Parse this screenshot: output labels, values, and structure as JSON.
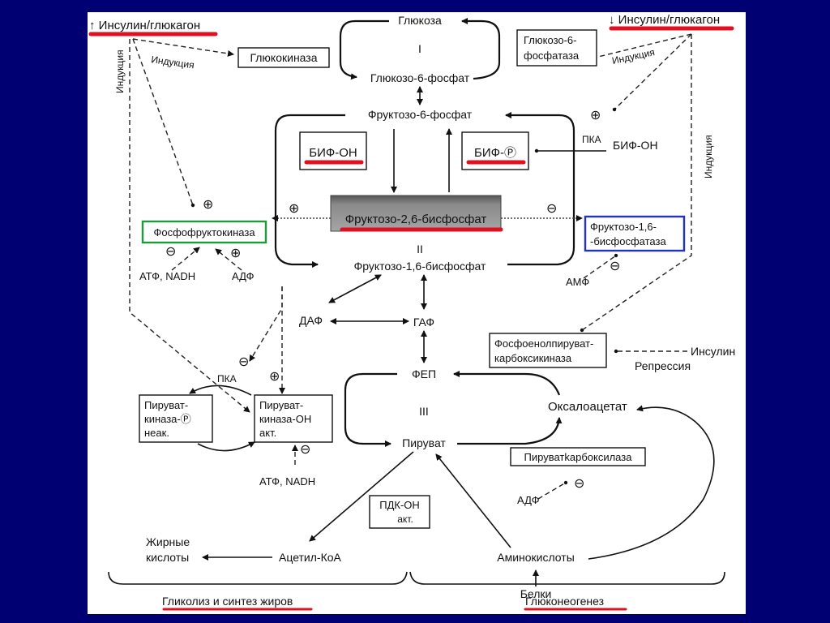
{
  "colors": {
    "background": "#000072",
    "highlight_red": "#e01020",
    "glycolysis_enzyme_border": "#1f9a3a",
    "gluconeogenesis_enzyme_border": "#2233bb"
  },
  "hormones": {
    "high_ratio": "↑ Инсулин/глюкагон",
    "low_ratio": "↓ Инсулин/глюкагон"
  },
  "labels": {
    "induction": "Индукция",
    "repression": "Репрессия",
    "insulin": "Инсулин",
    "pka": "ПКА",
    "plus": "⊕",
    "minus": "⊖"
  },
  "cycle_numbers": {
    "one": "I",
    "two": "II",
    "three": "III"
  },
  "metabolites": {
    "glucose": "Глюкоза",
    "g6p": "Глюкозо-6-фосфат",
    "f6p": "Фруктозо-6-фосфат",
    "f16bp": "Фруктозо-1,6-бисфосфат",
    "f26bp": "Фруктозо-2,6-бисфосфат",
    "dhap": "ДАФ",
    "gap": "ГАФ",
    "pep": "ФЕП",
    "pyruvate": "Пируват",
    "oxaloacetate": "Оксалоацетат",
    "acetyl_coa": "Ацетил-КоА",
    "fatty_acids_1": "Жирные",
    "fatty_acids_2": "кислоты",
    "amino_acids": "Аминокислоты",
    "proteins": "Белки",
    "bif_oh_free": "БИФ-ОН"
  },
  "effectors": {
    "atp_nadh": "АТФ, NADH",
    "adp": "АДФ",
    "amp": "АМФ"
  },
  "enzymes": {
    "glucokinase": "Глюкокиназа",
    "g6pase_1": "Глюкозо-6-",
    "g6pase_2": "фосфатаза",
    "bif_oh": "БИФ-ОН",
    "bif_p": "БИФ-Ⓟ",
    "pfk": "Фосфофруктокиназа",
    "fbpase_1": "Фруктозо-1,6-",
    "fbpase_2": "-бисфосфатаза",
    "pepck_1": "Фосфоенолпируват-",
    "pepck_2": "карбоксикиназа",
    "pk_p_1": "Пируват-",
    "pk_p_2": "киназа-Ⓟ",
    "pk_p_3": "неак.",
    "pk_oh_1": "Пируват-",
    "pk_oh_2": "киназа-ОН",
    "pk_oh_3": "акт.",
    "pyruvate_carboxylase": "Пируватkарбоксилаза",
    "pdh_1": "ПДК-ОН",
    "pdh_2": "акт."
  },
  "sections": {
    "glycolysis": "Гликолиз и синтез жиров",
    "gluconeogenesis": "Глюконеогенез"
  }
}
